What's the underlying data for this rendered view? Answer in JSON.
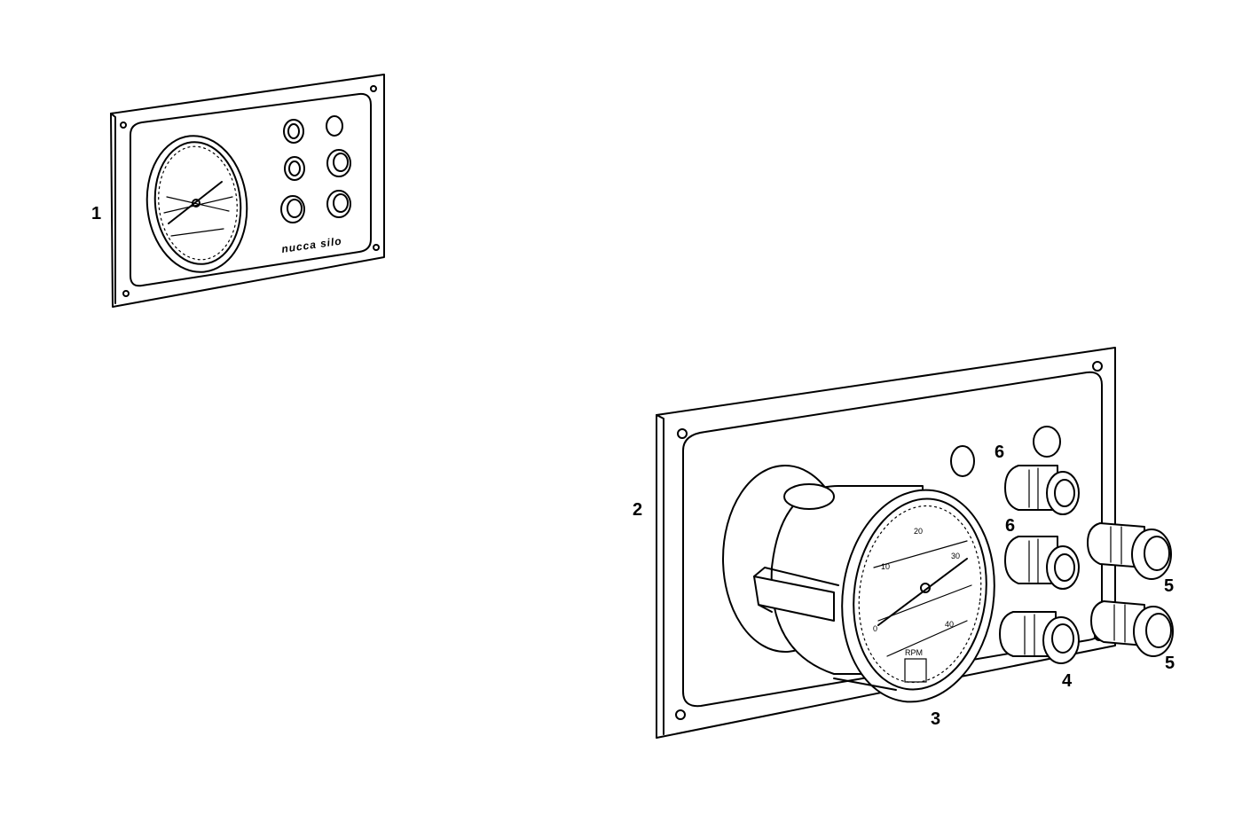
{
  "callouts": {
    "panel_small": "1",
    "panel_large": "2",
    "tachometer": "3",
    "switch_key": "4",
    "push_button_upper": "5",
    "push_button_lower": "5",
    "warning_light_upper": "6",
    "warning_light_lower": "6"
  },
  "small_panel": {
    "brand": "nucca silo"
  },
  "tachometer_dial": {
    "tick_labels": [
      "0",
      "10",
      "20",
      "30",
      "40"
    ],
    "unit_label": "RPM"
  }
}
